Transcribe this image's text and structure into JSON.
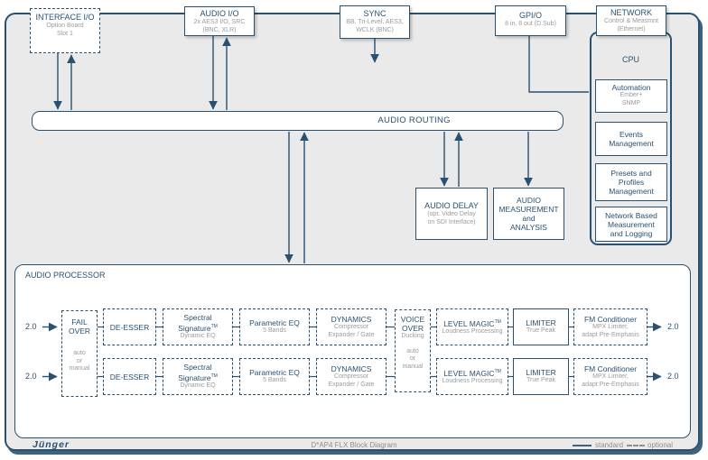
{
  "top_boxes": {
    "interface_io": {
      "title": "INTERFACE I/O",
      "line1": "Option Board",
      "line2": "Slot 1"
    },
    "audio_io": {
      "title": "AUDIO I/O",
      "line1": "2x AES3 I/O, SRC",
      "line2": "(BNC, XLR)"
    },
    "sync": {
      "title": "SYNC",
      "line1": "BB, Tri-Level, AES3,",
      "line2": "WCLK (BNC)"
    },
    "gpio": {
      "title": "GPI/O",
      "line1": "8 in, 8 out (D.Sub)"
    },
    "network": {
      "title": "NETWORK",
      "line1": "Control & Measmnt",
      "line2": "(Ethernet)"
    }
  },
  "cpu": {
    "title": "CPU",
    "automation": {
      "title": "Automation",
      "line1": "Ember+",
      "line2": "SNMP"
    },
    "events": {
      "line1": "Events",
      "line2": "Management"
    },
    "presets": {
      "line1": "Presets and",
      "line2": "Profiles",
      "line3": "Management"
    },
    "net_measurement": {
      "line1": "Network Based",
      "line2": "Measurement",
      "line3": "and Logging"
    }
  },
  "routing": {
    "label": "AUDIO ROUTING"
  },
  "delay": {
    "title": "AUDIO DELAY",
    "line1": "(opt. Video Delay",
    "line2": "on SDI Interface)"
  },
  "measurement": {
    "line1": "AUDIO",
    "line2": "MEASUREMENT",
    "line3": "and",
    "line4": "ANALYSIS"
  },
  "processor": {
    "label": "AUDIO PROCESSOR",
    "input_label": "2.0",
    "output_label": "2.0",
    "fail_over": {
      "t1": "FAIL",
      "t2": "OVER",
      "m1": "auto",
      "m2": "or",
      "m3": "manual"
    },
    "de_esser": {
      "title": "DE-ESSER"
    },
    "spectral": {
      "t1": "Spectral",
      "t2": "Signature",
      "tm": "TM",
      "sub": "Dynamic EQ"
    },
    "parametric": {
      "title": "Parametric EQ",
      "sub": "5 Bands"
    },
    "dynamics": {
      "title": "DYNAMICS",
      "sub1": "Compressor",
      "sub2": "Expander / Gate"
    },
    "voice_over": {
      "t1": "VOICE",
      "t2": "OVER",
      "sub": "Ducking",
      "m1": "auto",
      "m2": "or",
      "m3": "manual"
    },
    "level_magic": {
      "title": "LEVEL MAGIC",
      "tm": "TM",
      "sub": "Loudness Processing"
    },
    "limiter": {
      "title": "LIMITER",
      "sub": "True Peak"
    },
    "fm": {
      "title": "FM Conditioner",
      "sub1": "MPX Limiter,",
      "sub2": "adapt Pre-Emphasis"
    }
  },
  "footer": {
    "brand": "Jünger",
    "title": "D*AP4 FLX Block Diagram",
    "legend_standard": "standard",
    "legend_optional": "optional"
  },
  "colors": {
    "navy": "#2a5170",
    "gray_text": "#9b9b9b",
    "background": "#eaeaea"
  }
}
